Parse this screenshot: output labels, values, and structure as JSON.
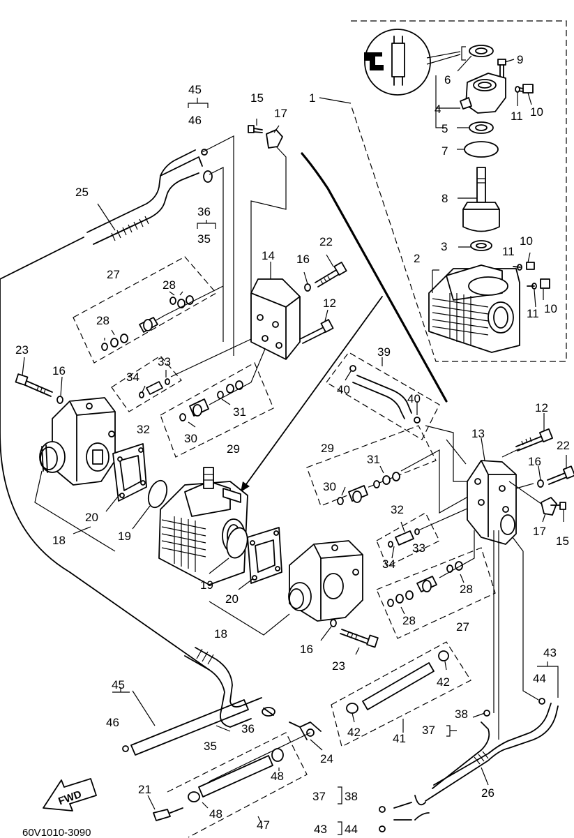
{
  "diagram_code": "60V1010-3090",
  "fwd_label": "FWD",
  "callouts": [
    {
      "id": "c1",
      "text": "1"
    },
    {
      "id": "c2",
      "text": "2"
    },
    {
      "id": "c3",
      "text": "3"
    },
    {
      "id": "c4",
      "text": "4"
    },
    {
      "id": "c5",
      "text": "5"
    },
    {
      "id": "c6",
      "text": "6"
    },
    {
      "id": "c7",
      "text": "7"
    },
    {
      "id": "c8",
      "text": "8"
    },
    {
      "id": "c9",
      "text": "9"
    },
    {
      "id": "c10a",
      "text": "10"
    },
    {
      "id": "c10b",
      "text": "10"
    },
    {
      "id": "c10c",
      "text": "10"
    },
    {
      "id": "c11a",
      "text": "11"
    },
    {
      "id": "c11b",
      "text": "11"
    },
    {
      "id": "c11c",
      "text": "11"
    },
    {
      "id": "c12a",
      "text": "12"
    },
    {
      "id": "c12b",
      "text": "12"
    },
    {
      "id": "c13",
      "text": "13"
    },
    {
      "id": "c14",
      "text": "14"
    },
    {
      "id": "c15a",
      "text": "15"
    },
    {
      "id": "c15b",
      "text": "15"
    },
    {
      "id": "c16a",
      "text": "16"
    },
    {
      "id": "c16b",
      "text": "16"
    },
    {
      "id": "c16c",
      "text": "16"
    },
    {
      "id": "c16d",
      "text": "16"
    },
    {
      "id": "c17a",
      "text": "17"
    },
    {
      "id": "c17b",
      "text": "17"
    },
    {
      "id": "c18a",
      "text": "18"
    },
    {
      "id": "c18b",
      "text": "18"
    },
    {
      "id": "c19a",
      "text": "19"
    },
    {
      "id": "c19b",
      "text": "19"
    },
    {
      "id": "c20a",
      "text": "20"
    },
    {
      "id": "c20b",
      "text": "20"
    },
    {
      "id": "c21",
      "text": "21"
    },
    {
      "id": "c22a",
      "text": "22"
    },
    {
      "id": "c22b",
      "text": "22"
    },
    {
      "id": "c23a",
      "text": "23"
    },
    {
      "id": "c23b",
      "text": "23"
    },
    {
      "id": "c24",
      "text": "24"
    },
    {
      "id": "c25",
      "text": "25"
    },
    {
      "id": "c26",
      "text": "26"
    },
    {
      "id": "c27a",
      "text": "27"
    },
    {
      "id": "c27b",
      "text": "27"
    },
    {
      "id": "c28a",
      "text": "28"
    },
    {
      "id": "c28b",
      "text": "28"
    },
    {
      "id": "c28c",
      "text": "28"
    },
    {
      "id": "c28d",
      "text": "28"
    },
    {
      "id": "c29a",
      "text": "29"
    },
    {
      "id": "c29b",
      "text": "29"
    },
    {
      "id": "c30a",
      "text": "30"
    },
    {
      "id": "c30b",
      "text": "30"
    },
    {
      "id": "c31a",
      "text": "31"
    },
    {
      "id": "c31b",
      "text": "31"
    },
    {
      "id": "c32a",
      "text": "32"
    },
    {
      "id": "c32b",
      "text": "32"
    },
    {
      "id": "c33a",
      "text": "33"
    },
    {
      "id": "c33b",
      "text": "33"
    },
    {
      "id": "c34a",
      "text": "34"
    },
    {
      "id": "c34b",
      "text": "34"
    },
    {
      "id": "c35a",
      "text": "35"
    },
    {
      "id": "c35b",
      "text": "35"
    },
    {
      "id": "c36a",
      "text": "36"
    },
    {
      "id": "c36b",
      "text": "36"
    },
    {
      "id": "c37a",
      "text": "37"
    },
    {
      "id": "c37b",
      "text": "37"
    },
    {
      "id": "c38a",
      "text": "38"
    },
    {
      "id": "c38b",
      "text": "38"
    },
    {
      "id": "c39",
      "text": "39"
    },
    {
      "id": "c40a",
      "text": "40"
    },
    {
      "id": "c40b",
      "text": "40"
    },
    {
      "id": "c41",
      "text": "41"
    },
    {
      "id": "c42a",
      "text": "42"
    },
    {
      "id": "c42b",
      "text": "42"
    },
    {
      "id": "c43a",
      "text": "43"
    },
    {
      "id": "c43b",
      "text": "43"
    },
    {
      "id": "c44a",
      "text": "44"
    },
    {
      "id": "c44b",
      "text": "44"
    },
    {
      "id": "c45a",
      "text": "45"
    },
    {
      "id": "c45b",
      "text": "45"
    },
    {
      "id": "c46a",
      "text": "46"
    },
    {
      "id": "c46b",
      "text": "46"
    },
    {
      "id": "c47",
      "text": "47"
    },
    {
      "id": "c48a",
      "text": "48"
    },
    {
      "id": "c48b",
      "text": "48"
    }
  ]
}
